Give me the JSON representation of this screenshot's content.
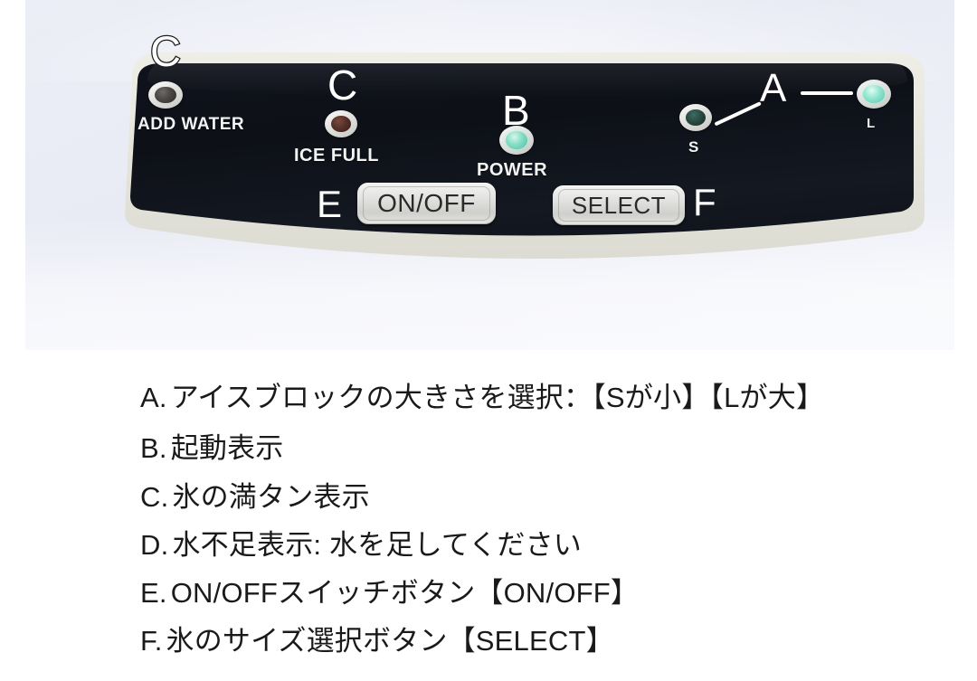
{
  "photo": {
    "panel": {
      "annotations": [
        {
          "id": "c-top",
          "label": "C"
        },
        {
          "id": "c",
          "label": "C"
        },
        {
          "id": "b",
          "label": "B"
        },
        {
          "id": "a",
          "label": "A"
        },
        {
          "id": "e",
          "label": "E"
        },
        {
          "id": "f",
          "label": "F"
        }
      ],
      "indicators": [
        {
          "name": "add-water",
          "caption": "ADD WATER",
          "color": "#4a4644",
          "state": "off"
        },
        {
          "name": "ice-full",
          "caption": "ICE FULL",
          "color": "#57302a",
          "state": "off"
        },
        {
          "name": "power",
          "caption": "POWER",
          "color": "#84ddc4",
          "state": "on"
        },
        {
          "name": "size-small",
          "caption": "S",
          "color": "#27483f",
          "state": "off"
        },
        {
          "name": "size-large",
          "caption": "L",
          "color": "#8fe6cf",
          "state": "on"
        }
      ],
      "buttons": [
        {
          "name": "on-off",
          "label": "ON/OFF"
        },
        {
          "name": "select",
          "label": "SELECT"
        }
      ]
    }
  },
  "legend": {
    "items": [
      {
        "key": "A.",
        "text": "アイスブロックの大きさを選択：【Sが小】【Lが大】"
      },
      {
        "key": "B.",
        "text": "起動表示"
      },
      {
        "key": "C.",
        "text": "氷の満タン表示"
      },
      {
        "key": "D.",
        "text": "水不足表示: 水を足してください"
      },
      {
        "key": "E.",
        "text": "ON/OFFスイッチボタン【ON/OFF】"
      },
      {
        "key": "F.",
        "text": "氷のサイズ選択ボタン【SELECT】"
      }
    ]
  },
  "colors": {
    "panel_face": "#10131c",
    "panel_bezel": "#e6e5dc",
    "photo_bg": "#eceef7",
    "led_on": "#84ddc4",
    "text": "#1a1a1a"
  }
}
